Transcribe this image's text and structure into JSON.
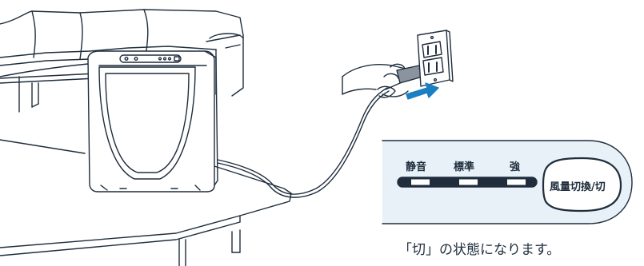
{
  "control_panel": {
    "speed_labels": [
      "静音",
      "標準",
      "強"
    ],
    "button_label": "風量切換/切"
  },
  "caption": "「切」の状態になります。",
  "colors": {
    "ink": "#1f2d3d",
    "panel": "#e8f1f8",
    "accent": "#1b7fc1"
  }
}
